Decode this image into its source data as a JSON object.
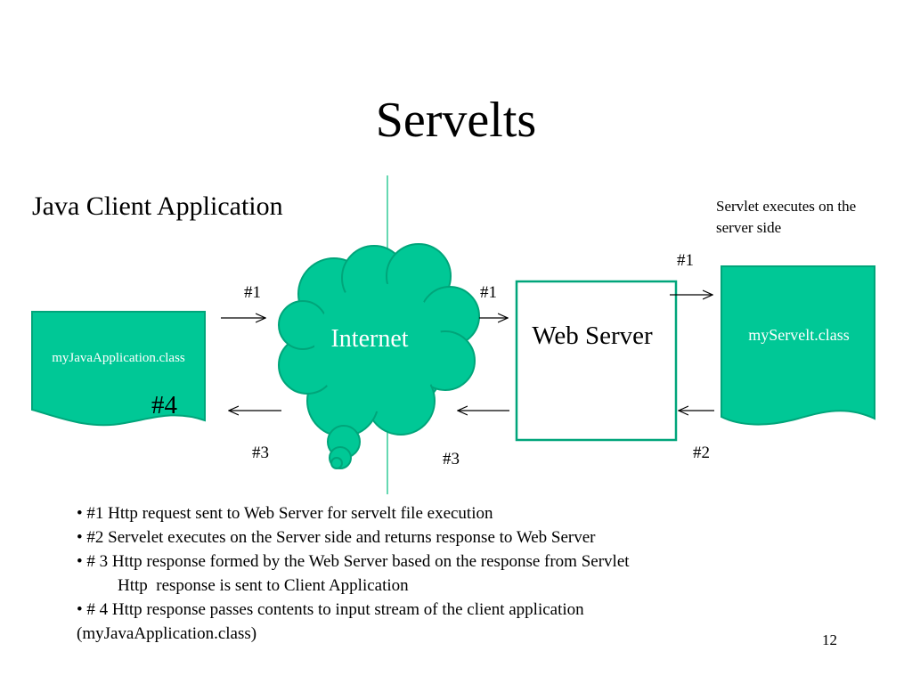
{
  "slide": {
    "title": "Servelts",
    "page_number": "12"
  },
  "diagram": {
    "client_heading": "Java Client Application",
    "server_note": "Servlet executes on the server side",
    "internet_label": "Internet",
    "web_server_label": "Web Server",
    "client_file_label": "myJavaApplication.class",
    "servlet_file_label": "myServelt.class",
    "step_labels": {
      "client_to_internet": "#1",
      "internet_to_server": "#1",
      "server_to_servlet": "#1",
      "servlet_to_server": "#2",
      "server_to_internet": "#3",
      "internet_to_client": "#3",
      "client_stream": "#4"
    },
    "colors": {
      "shape_fill": "#00C896",
      "shape_stroke": "#00A57A",
      "divider": "#33CC99",
      "arrow": "#000000"
    }
  },
  "bullets": [
    "• #1 Http request sent to Web Server for servelt file execution",
    "• #2 Servelet executes on the Server side and returns response to Web Server",
    "• # 3 Http response formed by the Web Server based on the response from Servlet",
    "Http  response is sent to Client Application",
    "• # 4 Http response passes contents to input stream of the client application",
    "(myJavaApplication.class)"
  ]
}
